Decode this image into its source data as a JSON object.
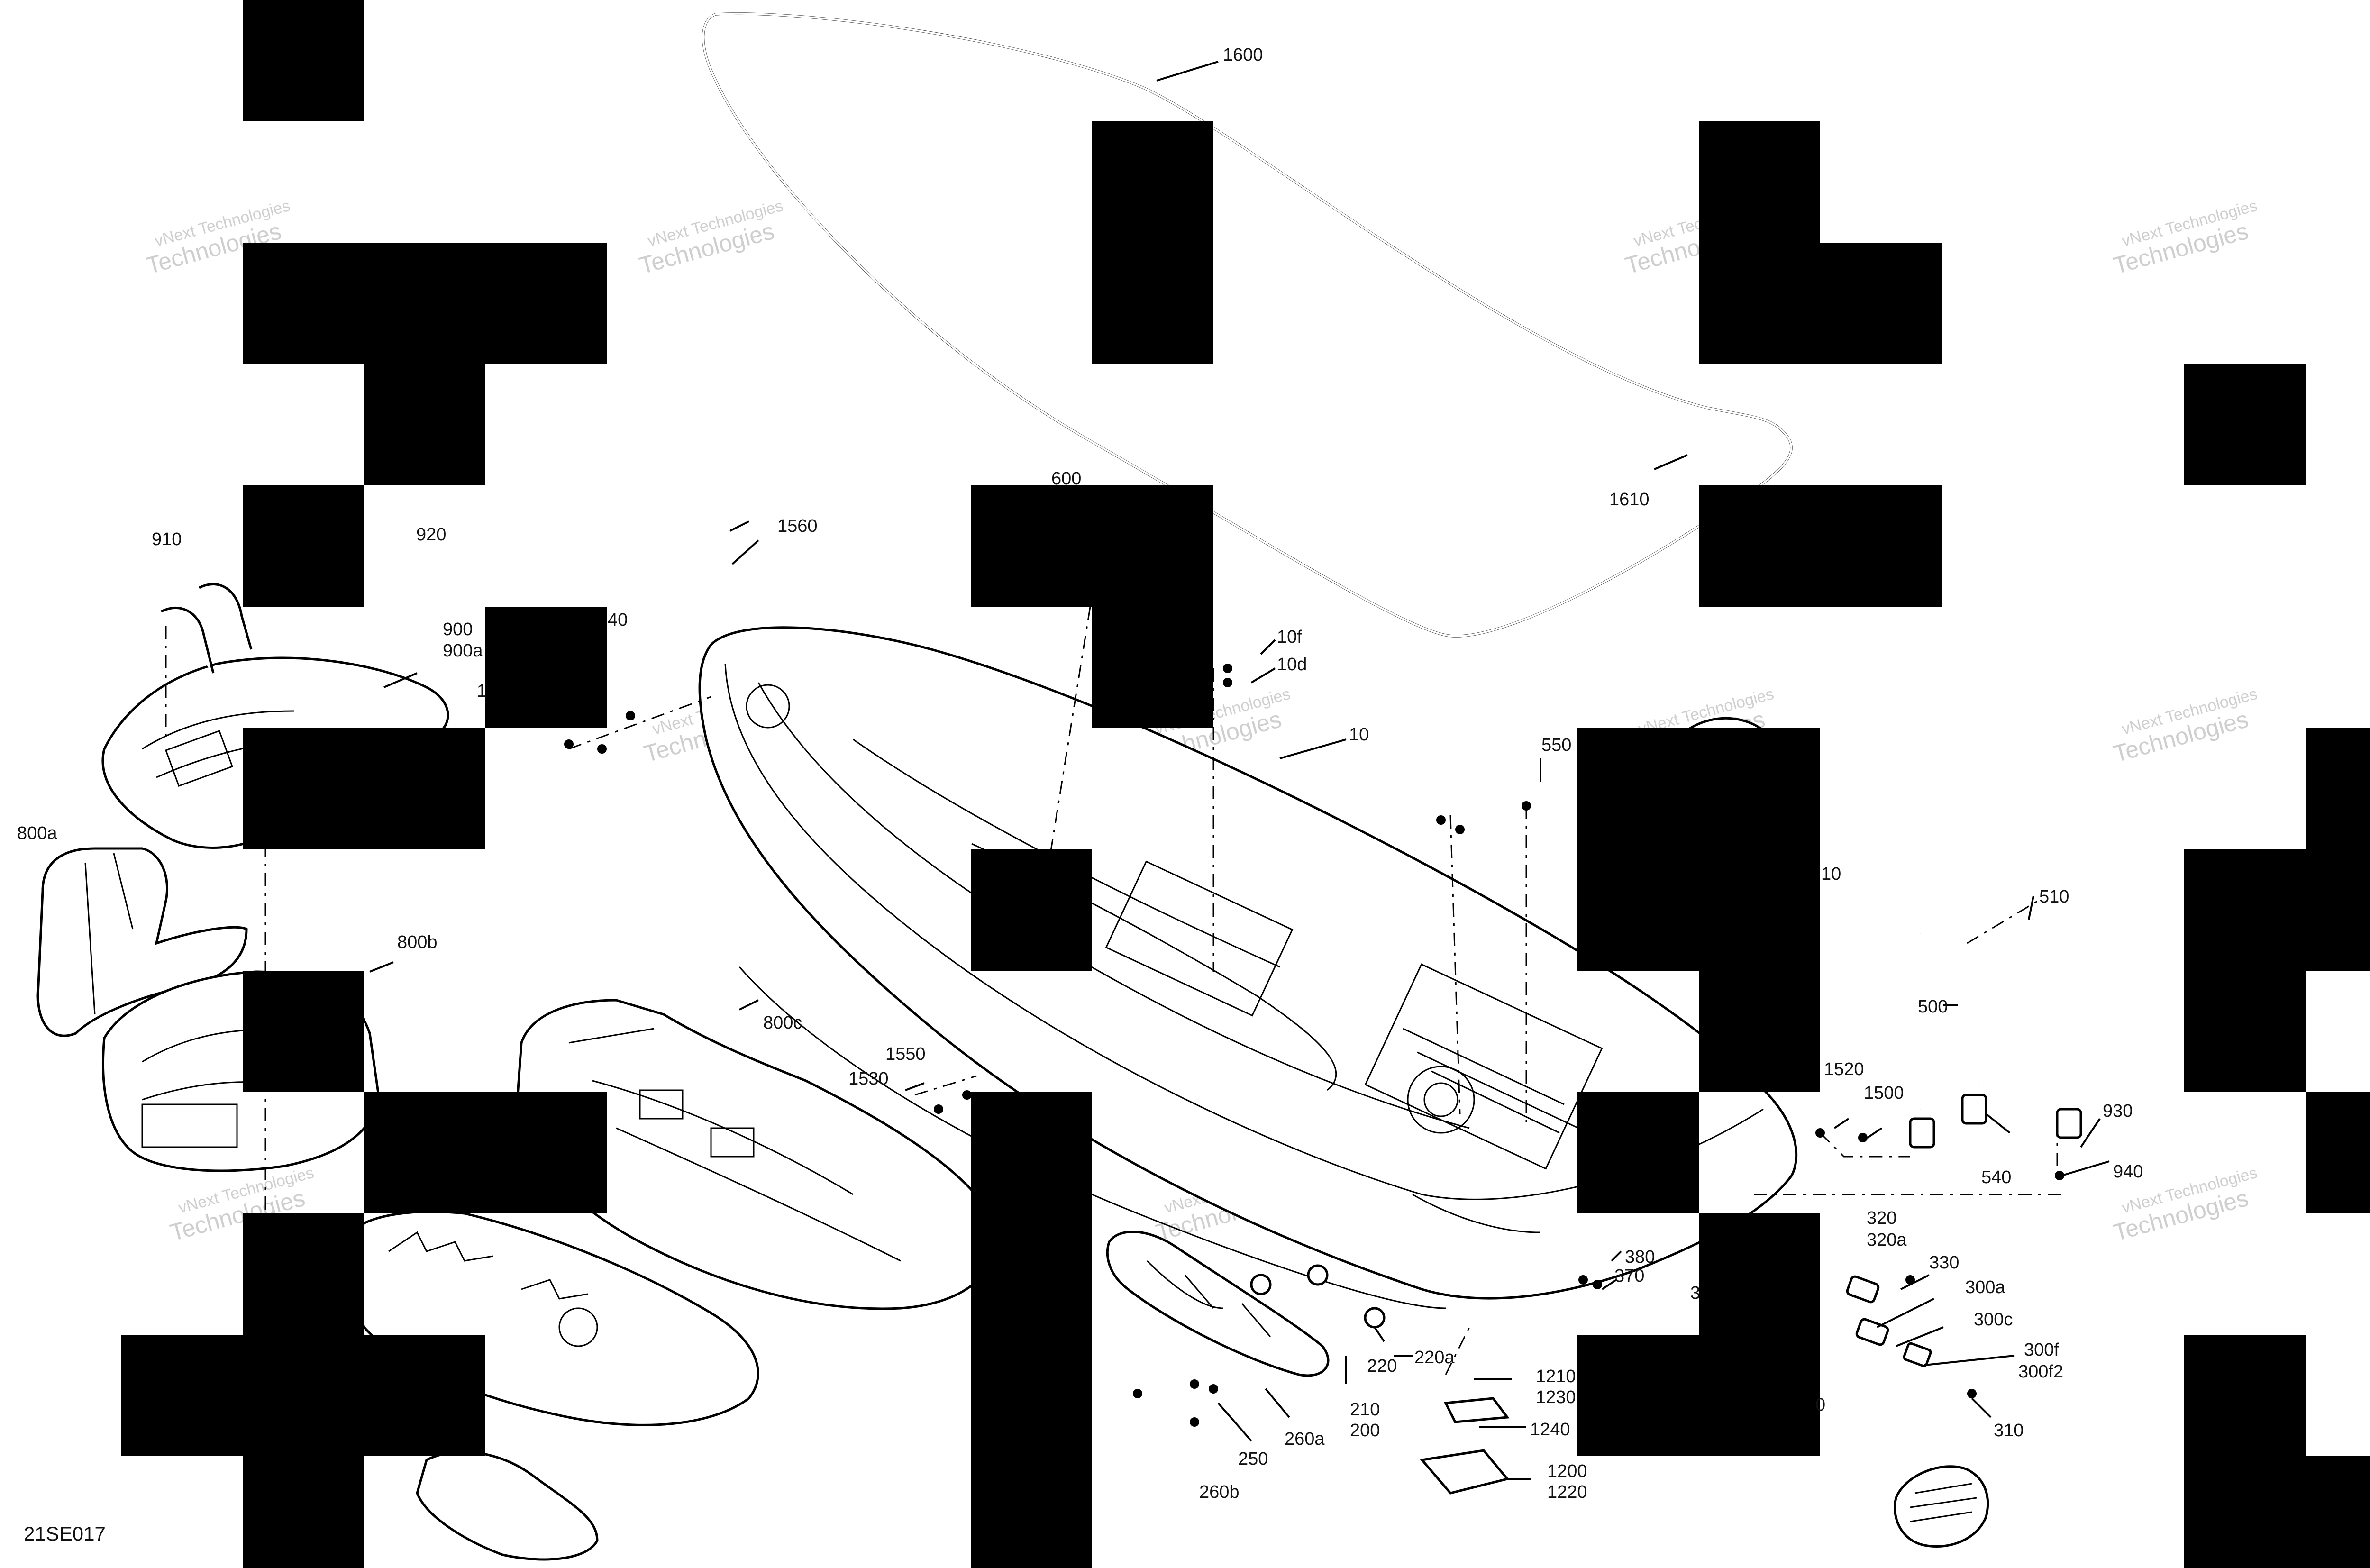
{
  "diagram": {
    "code": "21SE017",
    "watermark": {
      "line1": "vNext Technologies",
      "line2": "Technologies"
    },
    "callouts": [
      {
        "id": "1600",
        "text": "1600"
      },
      {
        "id": "1610",
        "text": "1610"
      },
      {
        "id": "600",
        "text": "600"
      },
      {
        "id": "1560",
        "text": "1560"
      },
      {
        "id": "910",
        "text": "910"
      },
      {
        "id": "920",
        "text": "920"
      },
      {
        "id": "900",
        "text": "900"
      },
      {
        "id": "900a",
        "text": "900a"
      },
      {
        "id": "40",
        "text": "40"
      },
      {
        "id": "1",
        "text": "1"
      },
      {
        "id": "10f",
        "text": "10f"
      },
      {
        "id": "10d",
        "text": "10d"
      },
      {
        "id": "10",
        "text": "10"
      },
      {
        "id": "550",
        "text": "550"
      },
      {
        "id": "800a",
        "text": "800a"
      },
      {
        "id": "800b",
        "text": "800b"
      },
      {
        "id": "800c",
        "text": "800c"
      },
      {
        "id": "1550",
        "text": "1550"
      },
      {
        "id": "1530",
        "text": "1530"
      },
      {
        "id": "510",
        "text": "510"
      },
      {
        "id": "10_r",
        "text": "10"
      },
      {
        "id": "500",
        "text": "500"
      },
      {
        "id": "1520",
        "text": "1520"
      },
      {
        "id": "1500",
        "text": "1500"
      },
      {
        "id": "930",
        "text": "930"
      },
      {
        "id": "540",
        "text": "540"
      },
      {
        "id": "940",
        "text": "940"
      },
      {
        "id": "320",
        "text": "320"
      },
      {
        "id": "320a",
        "text": "320a"
      },
      {
        "id": "330",
        "text": "330"
      },
      {
        "id": "380",
        "text": "380"
      },
      {
        "id": "370",
        "text": "370"
      },
      {
        "id": "3",
        "text": "3"
      },
      {
        "id": "300a",
        "text": "300a"
      },
      {
        "id": "300c",
        "text": "300c"
      },
      {
        "id": "300f",
        "text": "300f"
      },
      {
        "id": "300f2",
        "text": "300f2"
      },
      {
        "id": "0",
        "text": "0"
      },
      {
        "id": "310",
        "text": "310"
      },
      {
        "id": "220",
        "text": "220"
      },
      {
        "id": "220a",
        "text": "220a"
      },
      {
        "id": "1210",
        "text": "1210"
      },
      {
        "id": "1230",
        "text": "1230"
      },
      {
        "id": "210",
        "text": "210"
      },
      {
        "id": "200",
        "text": "200"
      },
      {
        "id": "260a",
        "text": "260a"
      },
      {
        "id": "250",
        "text": "250"
      },
      {
        "id": "1240",
        "text": "1240"
      },
      {
        "id": "1200",
        "text": "1200"
      },
      {
        "id": "1220",
        "text": "1220"
      },
      {
        "id": "260b",
        "text": "260b"
      }
    ]
  }
}
